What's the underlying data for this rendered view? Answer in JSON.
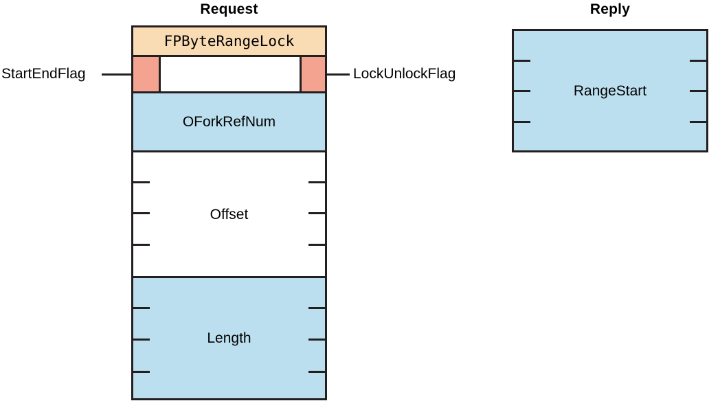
{
  "diagram": {
    "title_request": "Request",
    "title_reply": "Reply",
    "colors": {
      "command_fill": "#fadcb4",
      "flag_fill": "#f4a391",
      "data_fill": "#bcdfef",
      "empty_fill": "#ffffff",
      "outline": "#231f20"
    }
  },
  "request": {
    "command": {
      "label": "FPByteRangeLock"
    },
    "flags": {
      "start_end_flag": "StartEndFlag",
      "lock_unlock_flag": "LockUnlockFlag"
    },
    "fields": [
      {
        "label": "OForkRefNum"
      },
      {
        "label": "Offset"
      },
      {
        "label": "Length"
      }
    ]
  },
  "reply": {
    "fields": [
      {
        "label": "RangeStart"
      }
    ]
  }
}
